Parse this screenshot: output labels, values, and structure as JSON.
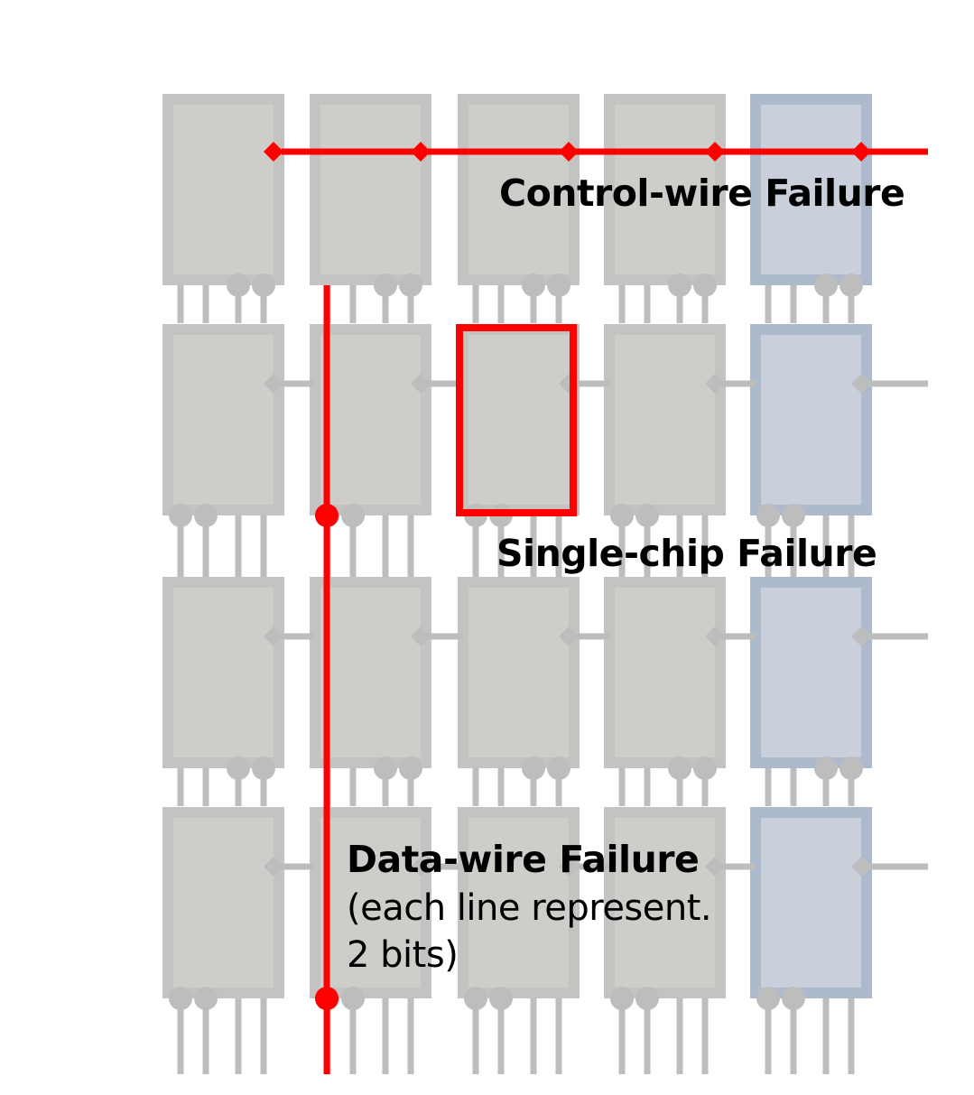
{
  "labels": {
    "control_wire": "Control-wire Failure",
    "single_chip": "Single-chip Failure",
    "data_wire": "Data-wire Failure",
    "data_wire_note_line1": "(each line represent.",
    "data_wire_note_line2": "2 bits)"
  },
  "grid": {
    "rows": 4,
    "columns": 5,
    "ecc_column_index": 4,
    "failed_chip": {
      "row": 1,
      "column": 2
    },
    "failed_control_row": 0,
    "failed_data_column": 1
  },
  "colors": {
    "chip_fill": "#cfcdca",
    "chip_border": "#c4c3c1",
    "ecc_chip_fill": "#c9d0dc",
    "ecc_chip_border": "#adbacc",
    "wire": "#bdbdbd",
    "failure": "#ff0000",
    "text": "#000000"
  }
}
